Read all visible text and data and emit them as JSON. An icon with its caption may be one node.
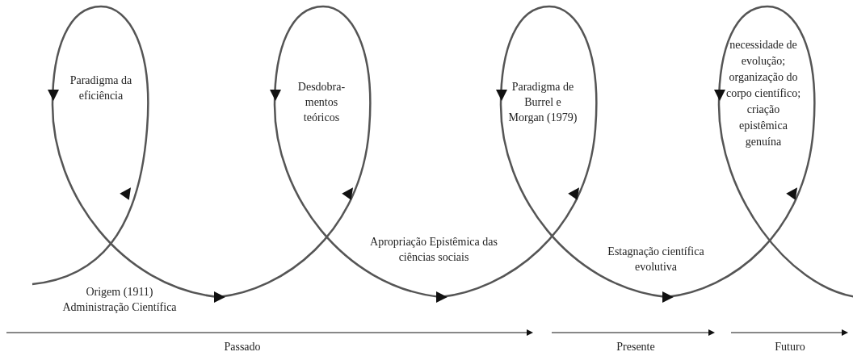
{
  "diagram": {
    "labels": [
      "Paradigma da eficiência",
      "Desdobra- mentos teóricos",
      "Paradigma de Burrel e Morgan (1979)",
      "necessidade de evolução; organização do corpo científico; criação epistêmica genuína",
      "Apropriação Epistêmica das ciências sociais",
      "Origem (1911) Administração Científica",
      "Estagnação científica evolutiva",
      "Passado",
      "Presente",
      "Futuro"
    ]
  }
}
